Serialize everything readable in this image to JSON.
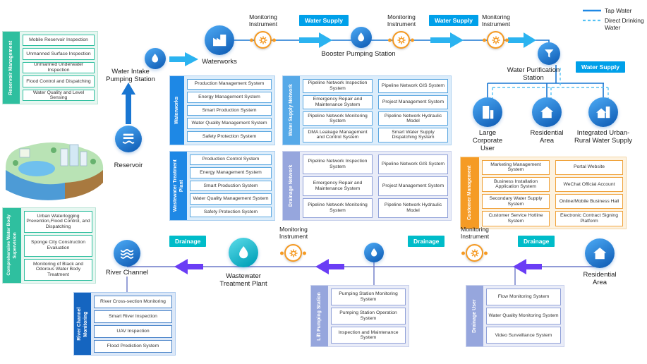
{
  "legend": {
    "items": [
      {
        "label": "Tap Water",
        "style": "solid"
      },
      {
        "label": "Direct Drinking Water",
        "style": "dashed"
      }
    ]
  },
  "tags": {
    "water_supply": "Water Supply",
    "drainage": "Drainage",
    "monitoring": "Monitoring Instrument"
  },
  "nodes": {
    "reservoir": "Reservoir",
    "water_intake": "Water Intake Pumping Station",
    "waterworks": "Waterworks",
    "booster": "Booster Pumping Station",
    "purification": "Water Purification Station",
    "large_corporate": "Large Corporate User",
    "residential_top": "Residential Area",
    "urban_rural": "Integrated Urban-Rural Water Supply",
    "residential_bottom": "Residential Area",
    "wwtp": "Wastewater Treatment Plant",
    "river_channel": "River Channel"
  },
  "panels": {
    "reservoir_management": {
      "title": "Reservoir Management",
      "items": [
        "Mobile Reservoir Inspection",
        "Unmanned Surface Inspection",
        "Unmanned Underwater Inspection",
        "Flood Control and Dispatching",
        "Water Quality and Level Sensing"
      ]
    },
    "waterworks": {
      "title": "Waterworks",
      "items": [
        "Production Management System",
        "Energy Management System",
        "Smart Production System",
        "Water Quality Management System",
        "Safety Protection System"
      ]
    },
    "water_supply_network": {
      "title": "Water Supply Network",
      "col1": [
        "Pipeline Network Inspection System",
        "Emergency Repair and Maintenance System",
        "Pipeline Network Monitoring System",
        "DMA Leakage Management and Control System"
      ],
      "col2": [
        "Pipeline Network GIS System",
        "Project Management System",
        "Pipeline Network Hydraulic Model",
        "Smart Water Supply Dispatching System"
      ]
    },
    "wastewater_plant": {
      "title": "Wastewater Treatment Plant",
      "items": [
        "Production Control System",
        "Energy Management System",
        "Smart Production System",
        "Water Quality Management System",
        "Safety Protection System"
      ]
    },
    "drainage_network": {
      "title": "Drainage Network",
      "col1": [
        "Pipeline Network Inspection System",
        "Emergency Repair and Maintenance System",
        "Pipeline Network Monitoring System"
      ],
      "col2": [
        "Pipeline Network GIS System",
        "Project Management System",
        "Pipeline Network Hydraulic Model"
      ]
    },
    "customer_management": {
      "title": "Customer Management",
      "col1": [
        "Marketing Management System",
        "Business Installation Application System",
        "Secondary Water Supply System",
        "Customer Service Hotline System"
      ],
      "col2": [
        "Portal Website",
        "WeChat Official Account",
        "Online/Mobile Business Hall",
        "Electronic Contract Signing Platform"
      ]
    },
    "water_body_supervision": {
      "title": "Comprehensive Water Body Supervision",
      "items": [
        "Urban Waterlogging Prevention,Flood Control, and Dispatching",
        "Sponge City Construction Evaluation",
        "Monitoring of Black and Odorous Water Body Treatment"
      ]
    },
    "river_channel_monitoring": {
      "title": "River Channel Monitoring",
      "items": [
        "River Cross-section Monitoring",
        "Smart River Inspection",
        "UAV Inspection",
        "Flood Prediction System"
      ]
    },
    "lift_pumping_station": {
      "title": "Lift Pumping Station",
      "items": [
        "Pumping Station Monitoring System",
        "Pumping Station Operation System",
        "Inspection and Maintenance System"
      ]
    },
    "drainage_user": {
      "title": "Drainage User",
      "items": [
        "Flow Monitoring System",
        "Water Quality Monitoring System",
        "Video Surveillance System"
      ]
    }
  },
  "colors": {
    "tap_water_line": "#1e88e5",
    "direct_drinking_line": "#56c2f4",
    "supply_arrow": "#2bb3f0",
    "drainage_arrow": "#6a3df5",
    "water_supply_tag": "#00a0e9",
    "drainage_tag": "#00bcc9",
    "monitoring_accent": "#f59a23",
    "green_panel": "#2fbf9f",
    "orange_panel": "#f59b25"
  }
}
